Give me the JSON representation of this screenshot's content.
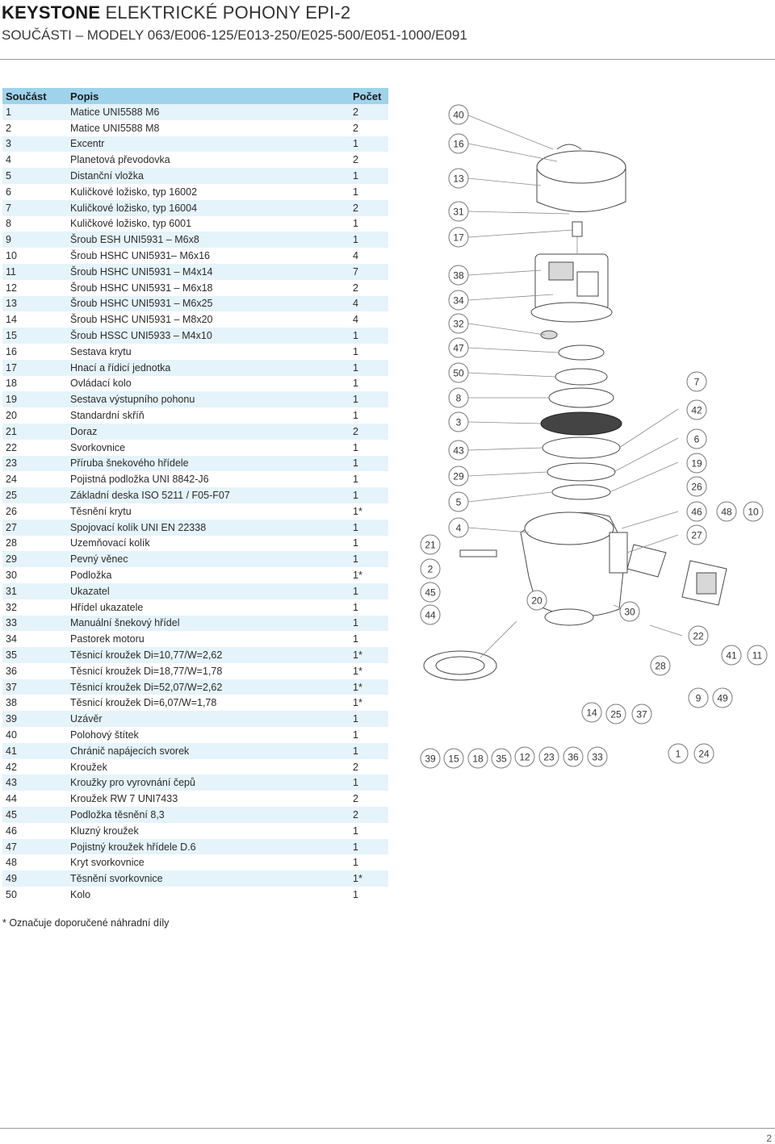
{
  "header": {
    "brand": "KEYSTONE",
    "title_rest": "ELEKTRICKÉ POHONY EPI-2",
    "subtitle": "SOUČÁSTI – MODELY 063/E006-125/E013-250/E025-500/E051-1000/E091"
  },
  "table": {
    "headers": [
      "Součást",
      "Popis",
      "Počet"
    ],
    "rows": [
      [
        "1",
        "Matice UNI5588 M6",
        "2"
      ],
      [
        "2",
        "Matice UNI5588 M8",
        "2"
      ],
      [
        "3",
        "Excentr",
        "1"
      ],
      [
        "4",
        "Planetová převodovka",
        "2"
      ],
      [
        "5",
        "Distanční vložka",
        "1"
      ],
      [
        "6",
        "Kuličkové ložisko, typ 16002",
        "1"
      ],
      [
        "7",
        "Kuličkové ložisko, typ 16004",
        "2"
      ],
      [
        "8",
        "Kuličkové ložisko, typ 6001",
        "1"
      ],
      [
        "9",
        "Šroub ESH UNI5931 – M6x8",
        "1"
      ],
      [
        "10",
        "Šroub HSHC UNI5931– M6x16",
        "4"
      ],
      [
        "11",
        "Šroub HSHC UNI5931 – M4x14",
        "7"
      ],
      [
        "12",
        "Šroub HSHC UNI5931 – M6x18",
        "2"
      ],
      [
        "13",
        "Šroub HSHC UNI5931 – M6x25",
        "4"
      ],
      [
        "14",
        "Šroub HSHC UNI5931 – M8x20",
        "4"
      ],
      [
        "15",
        "Šroub HSSC UNI5933 – M4x10",
        "1"
      ],
      [
        "16",
        "Sestava krytu",
        "1"
      ],
      [
        "17",
        "Hnací a řídicí jednotka",
        "1"
      ],
      [
        "18",
        "Ovládací kolo",
        "1"
      ],
      [
        "19",
        "Sestava výstupního pohonu",
        "1"
      ],
      [
        "20",
        "Standardní skříň",
        "1"
      ],
      [
        "21",
        "Doraz",
        "2"
      ],
      [
        "22",
        "Svorkovnice",
        "1"
      ],
      [
        "23",
        "Příruba šnekového hřídele",
        "1"
      ],
      [
        "24",
        "Pojistná podložka UNI 8842-J6",
        "1"
      ],
      [
        "25",
        "Základní deska ISO 5211 / F05-F07",
        "1"
      ],
      [
        "26",
        "Těsnění krytu",
        "1*"
      ],
      [
        "27",
        "Spojovací kolík UNI EN 22338",
        "1"
      ],
      [
        "28",
        "Uzemňovací kolík",
        "1"
      ],
      [
        "29",
        "Pevný věnec",
        "1"
      ],
      [
        "30",
        "Podložka",
        "1*"
      ],
      [
        "31",
        "Ukazatel",
        "1"
      ],
      [
        "32",
        "Hřídel ukazatele",
        "1"
      ],
      [
        "33",
        "Manuální šnekový hřídel",
        "1"
      ],
      [
        "34",
        "Pastorek motoru",
        "1"
      ],
      [
        "35",
        "Těsnicí kroužek Di=10,77/W=2,62",
        "1*"
      ],
      [
        "36",
        "Těsnicí kroužek Di=18,77/W=1,78",
        "1*"
      ],
      [
        "37",
        "Těsnicí kroužek Di=52,07/W=2,62",
        "1*"
      ],
      [
        "38",
        "Těsnicí kroužek Di=6,07/W=1,78",
        "1*"
      ],
      [
        "39",
        "Uzávěr",
        "1"
      ],
      [
        "40",
        "Polohový štítek",
        "1"
      ],
      [
        "41",
        "Chránič napájecích svorek",
        "1"
      ],
      [
        "42",
        "Kroužek",
        "2"
      ],
      [
        "43",
        "Kroužky pro vyrovnání čepů",
        "1"
      ],
      [
        "44",
        "Kroužek RW 7 UNI7433",
        "2"
      ],
      [
        "45",
        "Podložka těsnění 8,3",
        "2"
      ],
      [
        "46",
        "Kluzný kroužek",
        "1"
      ],
      [
        "47",
        "Pojistný kroužek hřídele D.6",
        "1"
      ],
      [
        "48",
        "Kryt svorkovnice",
        "1"
      ],
      [
        "49",
        "Těsnění svorkovnice",
        "1*"
      ],
      [
        "50",
        "Kolo",
        "1"
      ]
    ]
  },
  "footnote": "* Označuje doporučené náhradní díly",
  "diagram": {
    "callouts_left": [
      "40",
      "16",
      "13",
      "31",
      "17",
      "38",
      "34",
      "32",
      "47",
      "50",
      "8",
      "3",
      "43",
      "29",
      "5",
      "4"
    ],
    "callouts_far_left": [
      "21",
      "2",
      "45",
      "44"
    ],
    "callouts_right": [
      "7",
      "42",
      "6",
      "19",
      "26",
      "46",
      "48",
      "10",
      "27",
      "20",
      "30",
      "22",
      "41",
      "11",
      "28",
      "9",
      "49"
    ],
    "callouts_bottom": [
      "39",
      "15",
      "18",
      "35",
      "12",
      "23",
      "36",
      "33",
      "14",
      "25",
      "37",
      "1",
      "24"
    ]
  },
  "page_number": "2"
}
